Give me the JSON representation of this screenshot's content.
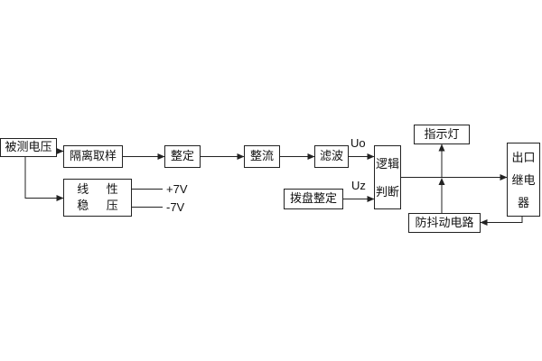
{
  "diagram": {
    "input_label": "被测电压",
    "blocks": {
      "isolation_sampling": "隔离取样",
      "setting": "整定",
      "rectifier": "整流",
      "filter": "滤波",
      "logic_judgment": "逻辑判断",
      "dial_setting": "拨盘整定",
      "indicator_lamp": "指示灯",
      "output_relay": "出口继电器",
      "anti_jitter_circuit": "防抖动电路",
      "linear_regulator_line1": "线 性",
      "linear_regulator_line2": "稳 压"
    },
    "signal_labels": {
      "uo": "Uo",
      "uz": "Uz",
      "plus_7v": "+7V",
      "minus_7v": "-7V"
    },
    "colors": {
      "background": "#ffffff",
      "line": "#222222",
      "text": "#111111"
    }
  }
}
